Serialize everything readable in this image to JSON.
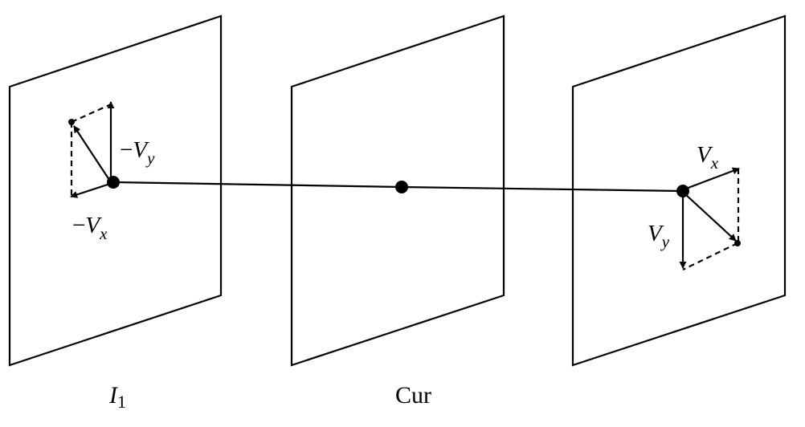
{
  "labels": {
    "left_plane": "I",
    "left_plane_subscript": "1",
    "middle_plane": "Cur",
    "left_neg_vy_sign": "−",
    "left_neg_vy_var": "V",
    "left_neg_vy_sub": "y",
    "left_neg_vx_sign": "−",
    "left_neg_vx_var": "V",
    "left_neg_vx_sub": "x",
    "right_vx_var": "V",
    "right_vx_sub": "x",
    "right_vy_var": "V",
    "right_vy_sub": "y"
  },
  "colors": {
    "stroke": "#000000",
    "background": "#ffffff"
  }
}
